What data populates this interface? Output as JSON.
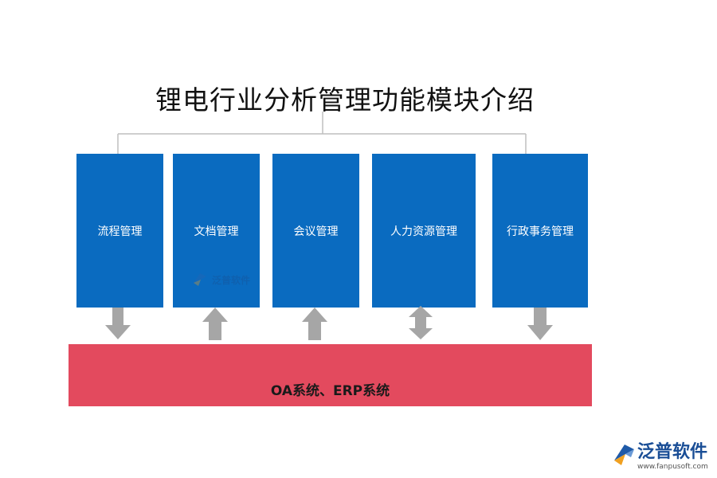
{
  "diagram": {
    "title": "锂电行业分析管理功能模块介绍",
    "modules": [
      {
        "label": "流程管理",
        "arrow": "down"
      },
      {
        "label": "文档管理",
        "arrow": "up"
      },
      {
        "label": "会议管理",
        "arrow": "up"
      },
      {
        "label": "人力资源管理",
        "arrow": "both"
      },
      {
        "label": "行政事务管理",
        "arrow": "down"
      }
    ],
    "system_label": "OA系统、ERP系统"
  },
  "watermark": {
    "text": "泛普软件"
  },
  "brand": {
    "name": "泛普软件",
    "url": "www.fanpusoft.com"
  },
  "colors": {
    "module_fill": "#0a6bc0",
    "system_fill": "#e34a5e",
    "arrow_fill": "#a6a6a6",
    "connector": "#bfbfbf",
    "brand": "#1a4e96"
  }
}
